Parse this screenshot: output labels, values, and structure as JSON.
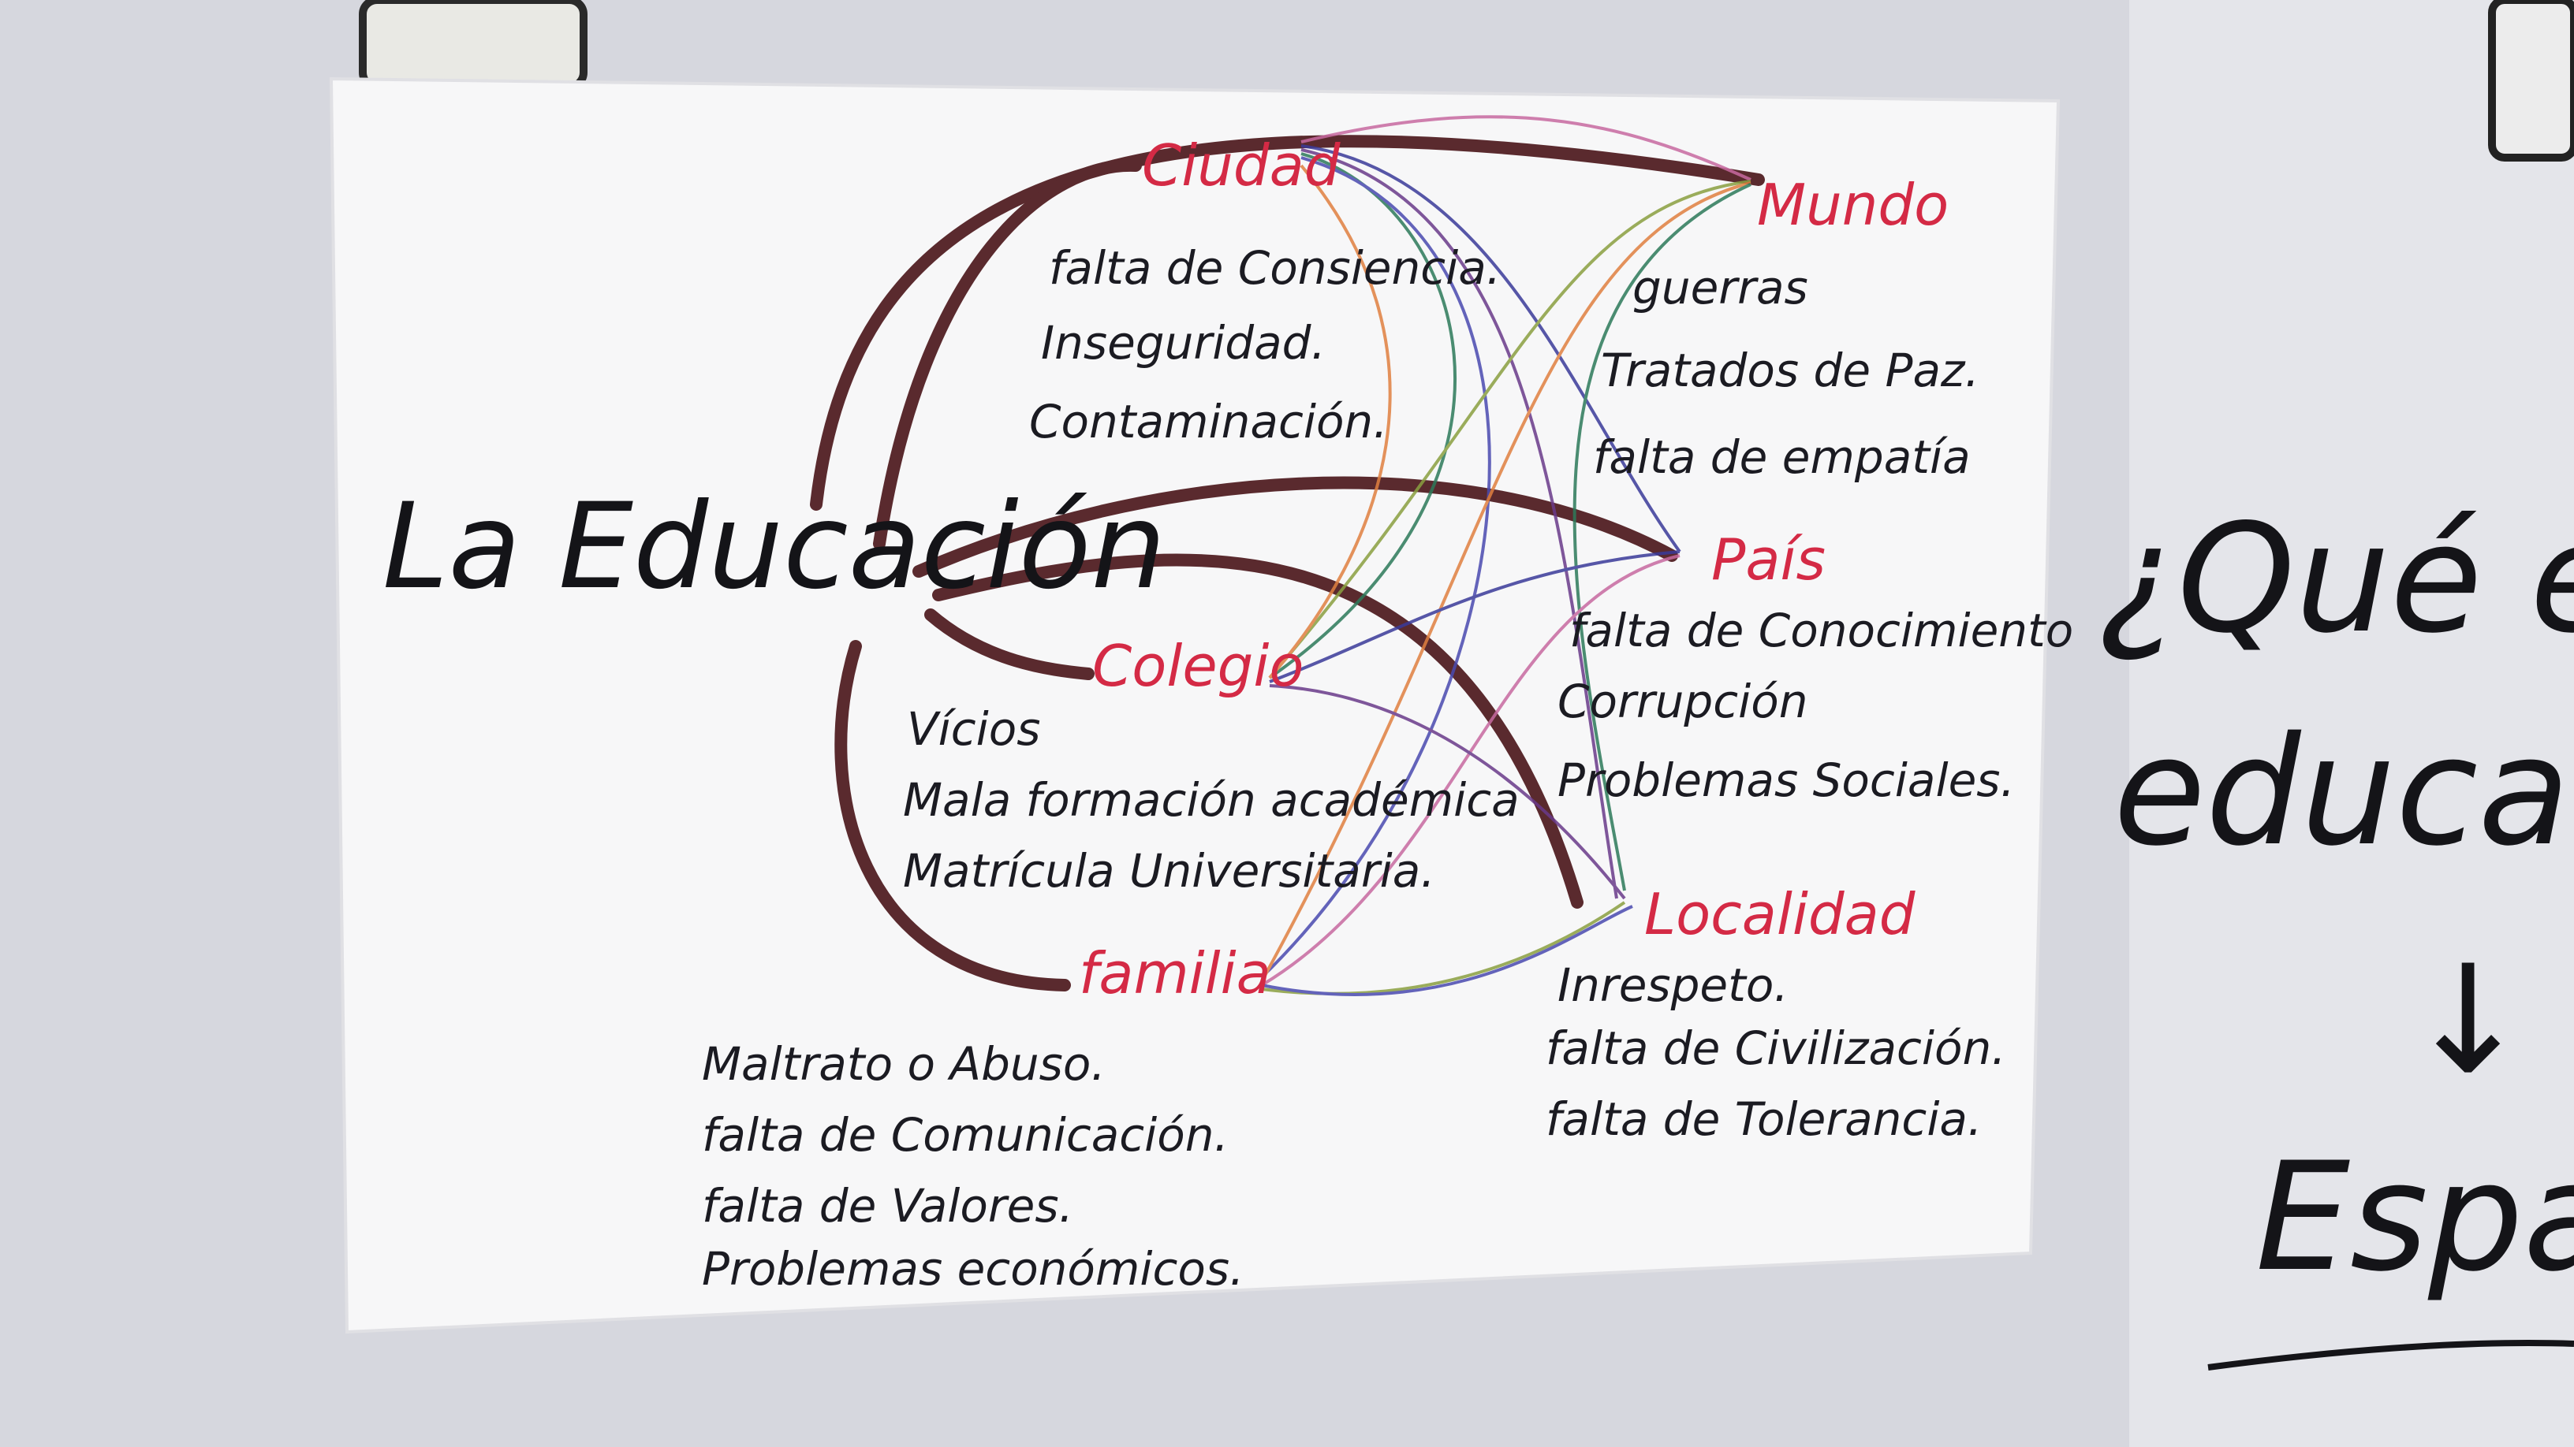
{
  "title": "La Educación",
  "topics": {
    "ciudad": {
      "label": "Ciudad",
      "items": [
        "falta de Consiencia.",
        "Inseguridad.",
        "Contaminación."
      ]
    },
    "mundo": {
      "label": "Mundo",
      "items": [
        "guerras",
        "Tratados de Paz.",
        "falta de empatía"
      ]
    },
    "pais": {
      "label": "País",
      "items": [
        "falta de Conocimiento",
        "Corrupción",
        "Problemas Sociales."
      ]
    },
    "colegio": {
      "label": "Colegio",
      "items": [
        "Vícios",
        "Mala formación académica",
        "Matrícula Universitaria."
      ]
    },
    "familia": {
      "label": "familia",
      "items": [
        "Maltrato o Abuso.",
        "falta de Comunicación.",
        "falta de Valores.",
        "Problemas económicos."
      ]
    },
    "localidad": {
      "label": "Localidad",
      "items": [
        "Inrespeto.",
        "falta de Civilización.",
        "falta de Tolerancia."
      ]
    }
  },
  "whiteboard": {
    "line1": "¿Qué e",
    "line2": "educac",
    "arrow": "↓",
    "line3": "Espa"
  },
  "colors": {
    "connector": "#5a2a2e",
    "topic_text": "#d42a45",
    "ink": "#1b1b22",
    "thin_lines": [
      "#3a3a9a",
      "#6a3a8a",
      "#2d7a5a",
      "#c86aa0",
      "#8aa040",
      "#e08040",
      "#4a4ab0"
    ]
  }
}
